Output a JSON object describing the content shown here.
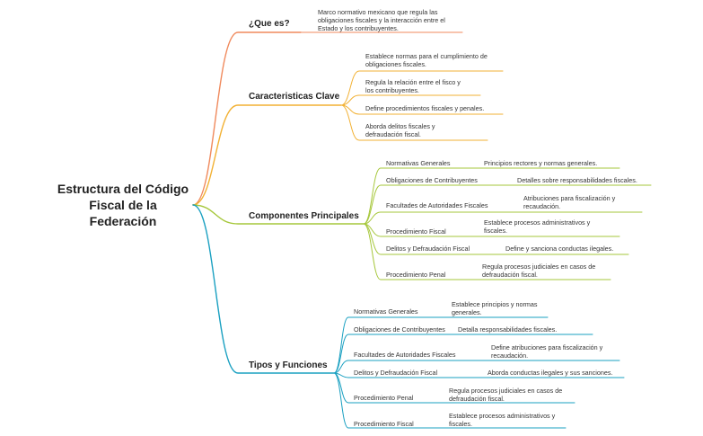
{
  "root": {
    "title": "Estructura del Código Fiscal de la Federación"
  },
  "branches": {
    "que_es": {
      "label": "¿Que es?",
      "color": "#f08a5d",
      "desc": "Marco normativo mexicano que regula las obligaciones fiscales y la interacción entre el Estado y los contribuyentes."
    },
    "caracteristicas": {
      "label": "Caracteristicas Clave",
      "color": "#f2b134",
      "items": [
        "Establece normas para el cumplimiento de obligaciones fiscales.",
        "Regula la relación entre el fisco y los contribuyentes.",
        "Define procedimientos fiscales y penales.",
        "Aborda delitos fiscales y defraudación fiscal."
      ]
    },
    "componentes": {
      "label": "Componentes Principales",
      "color": "#a6c73b",
      "items": [
        {
          "name": "Normativas Generales",
          "desc": "Principios rectores y normas generales."
        },
        {
          "name": "Obligaciones de Contribuyentes",
          "desc": "Detalles sobre responsabilidades fiscales."
        },
        {
          "name": "Facultades de Autoridades Fiscales",
          "desc": "Atribuciones para fiscalización y recaudación."
        },
        {
          "name": "Procedimiento Fiscal",
          "desc": "Establece procesos administrativos y fiscales."
        },
        {
          "name": "Delitos y Defraudación Fiscal",
          "desc": "Define y sanciona conductas ilegales."
        },
        {
          "name": "Procedimiento Penal",
          "desc": "Regula procesos judiciales en casos de defraudación fiscal."
        }
      ]
    },
    "tipos": {
      "label": "Tipos y Funciones",
      "color": "#1aa0c1",
      "items": [
        {
          "name": "Normativas Generales",
          "desc": "Establece principios y normas generales."
        },
        {
          "name": "Obligaciones de Contribuyentes",
          "desc": "Detalla responsabilidades fiscales."
        },
        {
          "name": "Facultades de Autoridades Fiscales",
          "desc": "Define atribuciones para fiscalización y recaudación."
        },
        {
          "name": "Delitos y Defraudación Fiscal",
          "desc": "Aborda conductas ilegales y sus sanciones."
        },
        {
          "name": "Procedimiento Penal",
          "desc": "Regula procesos judiciales en casos de defraudación fiscal."
        },
        {
          "name": "Procedimiento Fiscal",
          "desc": "Establece procesos administrativos y fiscales."
        }
      ]
    }
  }
}
